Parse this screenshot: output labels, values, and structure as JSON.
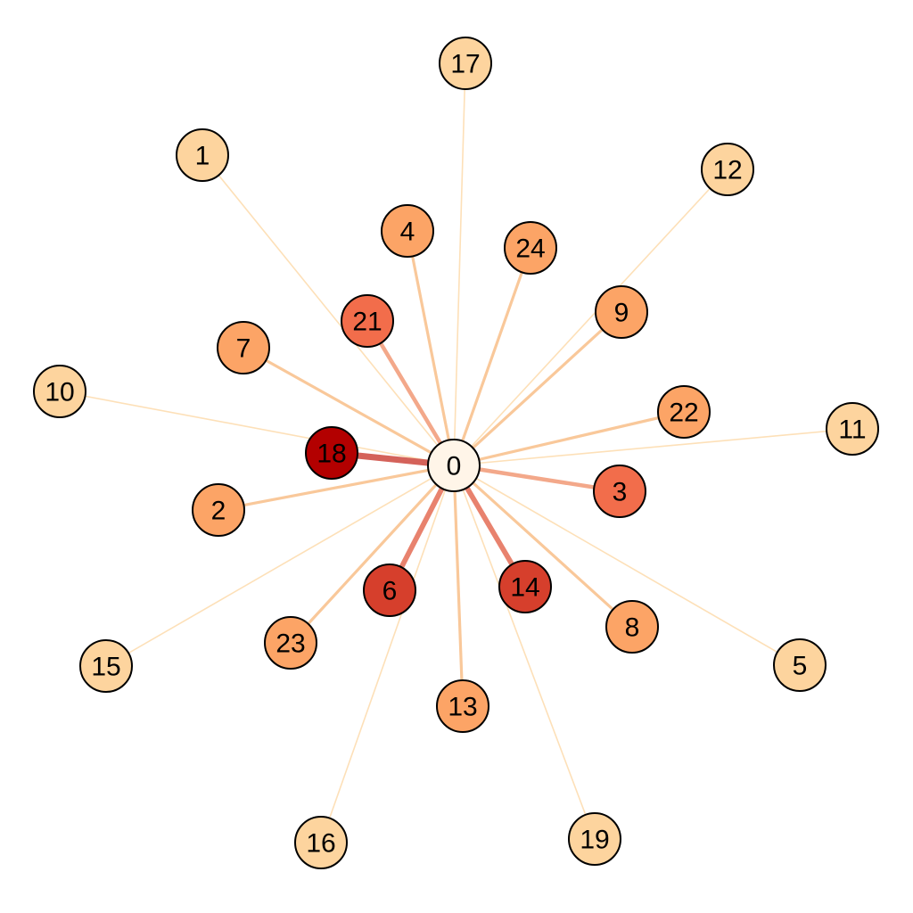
{
  "graph": {
    "type": "star-network",
    "center": "0",
    "nodes": [
      {
        "id": "0",
        "color": "#fff5e8"
      },
      {
        "id": "1",
        "color": "#fdd49e"
      },
      {
        "id": "2",
        "color": "#fca466"
      },
      {
        "id": "3",
        "color": "#f26d4b"
      },
      {
        "id": "4",
        "color": "#fca466"
      },
      {
        "id": "5",
        "color": "#fdd49e"
      },
      {
        "id": "6",
        "color": "#d63f2c"
      },
      {
        "id": "7",
        "color": "#fca466"
      },
      {
        "id": "8",
        "color": "#fca466"
      },
      {
        "id": "9",
        "color": "#fca466"
      },
      {
        "id": "10",
        "color": "#fdd49e"
      },
      {
        "id": "11",
        "color": "#fdd49e"
      },
      {
        "id": "12",
        "color": "#fdd49e"
      },
      {
        "id": "13",
        "color": "#fca466"
      },
      {
        "id": "14",
        "color": "#d63f2c"
      },
      {
        "id": "15",
        "color": "#fdd49e"
      },
      {
        "id": "16",
        "color": "#fdd49e"
      },
      {
        "id": "17",
        "color": "#fdd49e"
      },
      {
        "id": "18",
        "color": "#b30000"
      },
      {
        "id": "19",
        "color": "#fdd49e"
      },
      {
        "id": "21",
        "color": "#f26d4b"
      },
      {
        "id": "22",
        "color": "#fca466"
      },
      {
        "id": "23",
        "color": "#fca466"
      },
      {
        "id": "24",
        "color": "#fca466"
      }
    ],
    "edges": [
      {
        "source": "0",
        "target": "1",
        "color": "#fde0b8",
        "weight": 1
      },
      {
        "source": "0",
        "target": "17",
        "color": "#fde0b8",
        "weight": 1
      },
      {
        "source": "0",
        "target": "12",
        "color": "#fde0b8",
        "weight": 1
      },
      {
        "source": "0",
        "target": "10",
        "color": "#fde0b8",
        "weight": 1
      },
      {
        "source": "0",
        "target": "11",
        "color": "#fde0b8",
        "weight": 1
      },
      {
        "source": "0",
        "target": "15",
        "color": "#fde0b8",
        "weight": 1
      },
      {
        "source": "0",
        "target": "5",
        "color": "#fde0b8",
        "weight": 1
      },
      {
        "source": "0",
        "target": "16",
        "color": "#fde0b8",
        "weight": 1
      },
      {
        "source": "0",
        "target": "19",
        "color": "#fde0b8",
        "weight": 1
      },
      {
        "source": "0",
        "target": "4",
        "color": "#f9c89a",
        "weight": 2
      },
      {
        "source": "0",
        "target": "24",
        "color": "#f9c89a",
        "weight": 2
      },
      {
        "source": "0",
        "target": "9",
        "color": "#f9c89a",
        "weight": 2
      },
      {
        "source": "0",
        "target": "7",
        "color": "#f9c89a",
        "weight": 2
      },
      {
        "source": "0",
        "target": "22",
        "color": "#f9c89a",
        "weight": 2
      },
      {
        "source": "0",
        "target": "2",
        "color": "#f9c89a",
        "weight": 2
      },
      {
        "source": "0",
        "target": "23",
        "color": "#f9c89a",
        "weight": 2
      },
      {
        "source": "0",
        "target": "13",
        "color": "#f9c89a",
        "weight": 2
      },
      {
        "source": "0",
        "target": "8",
        "color": "#f9c89a",
        "weight": 2
      },
      {
        "source": "0",
        "target": "21",
        "color": "#f3a88a",
        "weight": 3
      },
      {
        "source": "0",
        "target": "3",
        "color": "#f3a88a",
        "weight": 3
      },
      {
        "source": "0",
        "target": "6",
        "color": "#e8826e",
        "weight": 4
      },
      {
        "source": "0",
        "target": "14",
        "color": "#e8826e",
        "weight": 4
      },
      {
        "source": "0",
        "target": "18",
        "color": "#d4625a",
        "weight": 5
      }
    ]
  }
}
